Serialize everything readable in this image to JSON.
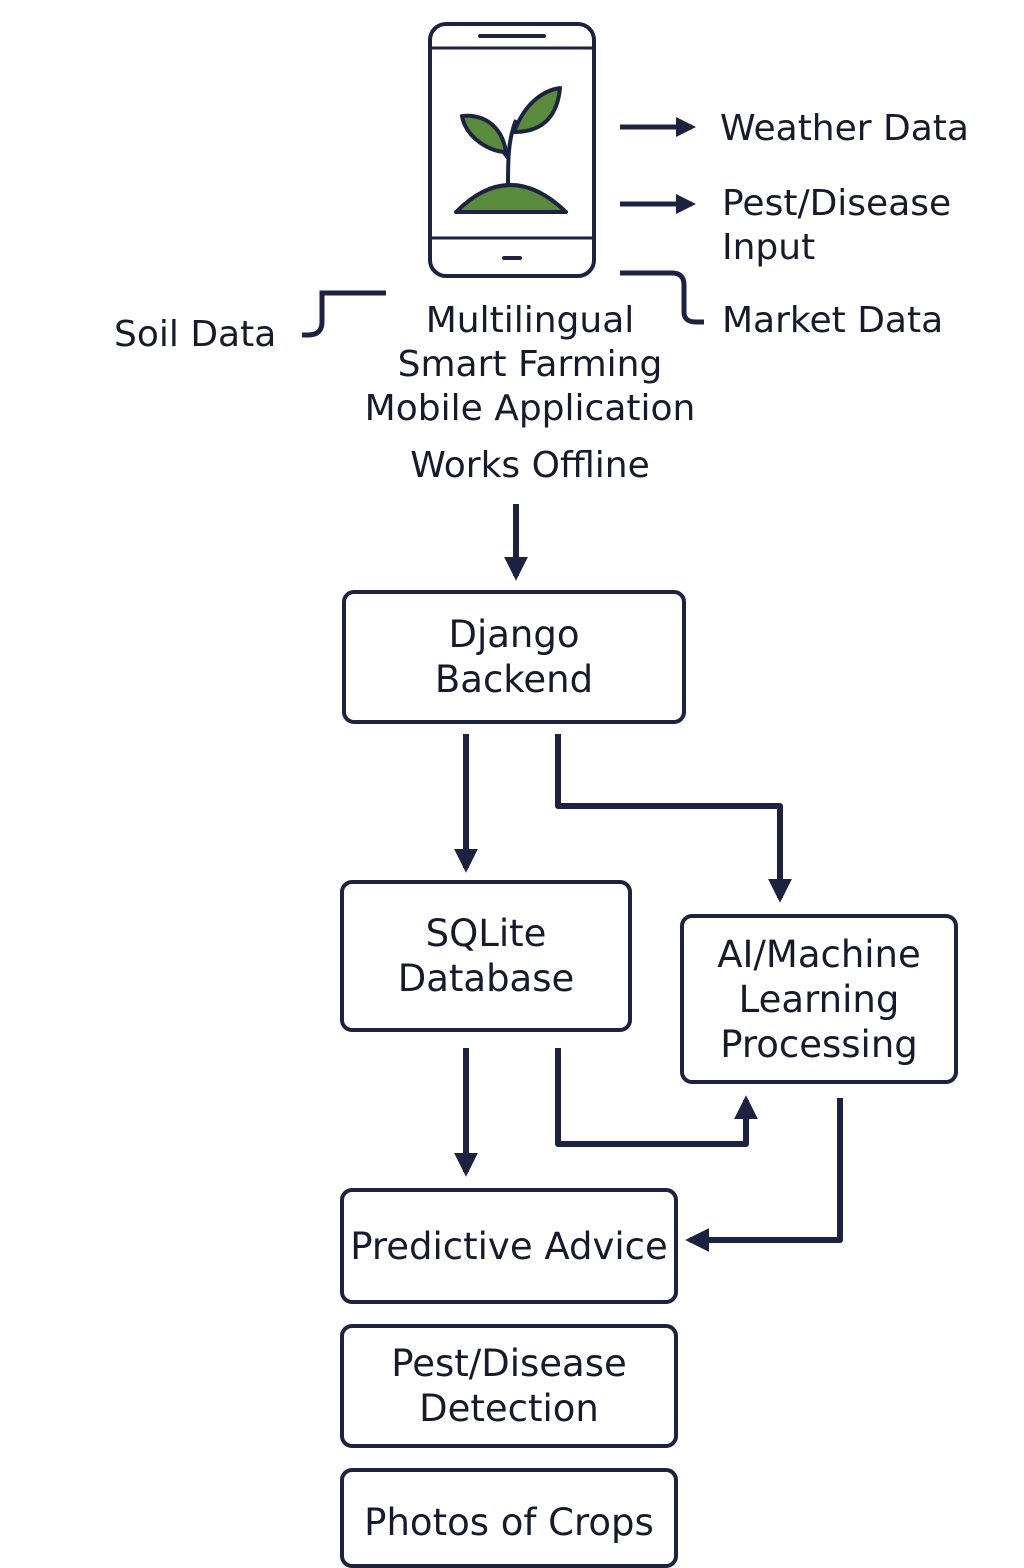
{
  "diagram": {
    "app_title_lines": [
      "Multilingual",
      "Smart Farming",
      "Mobile Application"
    ],
    "offline_label": "Works Offline",
    "inputs": {
      "weather": "Weather Data",
      "pest_input_lines": [
        "Pest/Disease",
        "Input"
      ],
      "market": "Market Data",
      "soil": "Soil Data"
    },
    "nodes": {
      "backend": [
        "Django",
        "Backend"
      ],
      "database": [
        "SQLite",
        "Database"
      ],
      "ai": [
        "AI/Machine",
        "Learning",
        "Processing"
      ],
      "advice": [
        "Predictive Advice"
      ],
      "pest_detection": [
        "Pest/Disease",
        "Detection"
      ],
      "photos": [
        "Photos of Crops"
      ]
    },
    "colors": {
      "line": "#1c2340",
      "leaf": "#5a8a3c",
      "text": "#151a2c"
    },
    "icons": [
      "smartphone-icon",
      "seedling-icon"
    ]
  }
}
